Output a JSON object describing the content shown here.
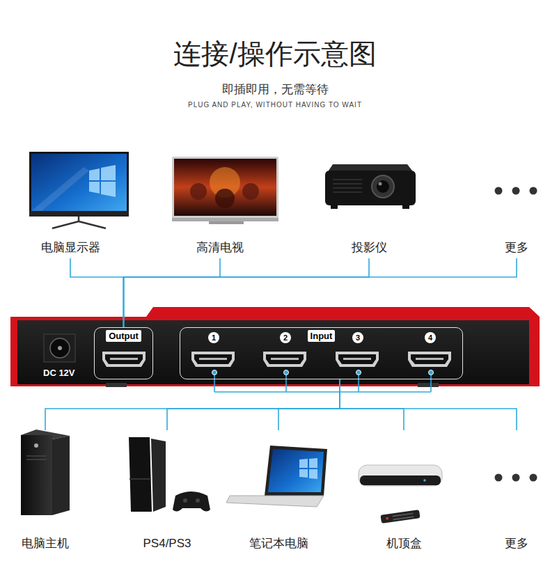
{
  "diagram": {
    "title": "连接/操作示意图",
    "nodes": [
      {
        "text": [
          "电脑显示器"
        ]
      },
      {
        "text": [
          "高清电视"
        ]
      },
      {
        "text": [
          "投影仪"
        ]
      },
      {
        "text": [
          "更多"
        ]
      },
      {
        "text": [
          "DC 12V"
        ]
      },
      {
        "text": [
          "Output"
        ],
        "in": 4
      },
      {
        "text": [
          "Input"
        ],
        "in": 4
      },
      {
        "text": [
          "1"
        ],
        "in": 6
      },
      {
        "text": [
          "2"
        ],
        "in": 6
      },
      {
        "text": [
          "3"
        ],
        "in": 6
      },
      {
        "text": [
          "4"
        ],
        "in": 6
      },
      {
        "text": [
          "电脑主机"
        ]
      },
      {
        "text": [
          "PS4/PS3"
        ]
      },
      {
        "text": [
          "笔记本电脑"
        ]
      },
      {
        "text": [
          "机顶盒"
        ]
      },
      {
        "text": [
          "更多"
        ]
      }
    ],
    "edges": [
      {
        "from": 5,
        "to": 0,
        "arrow": "none"
      },
      {
        "from": 5,
        "to": 1,
        "arrow": "none"
      },
      {
        "from": 5,
        "to": 2,
        "arrow": "none"
      },
      {
        "from": 5,
        "to": 3,
        "arrow": "none"
      },
      {
        "from": 11,
        "to": 6,
        "arrow": "none"
      },
      {
        "from": 12,
        "to": 6,
        "arrow": "none"
      },
      {
        "from": 13,
        "to": 6,
        "arrow": "none"
      },
      {
        "from": 14,
        "to": 6,
        "arrow": "none"
      },
      {
        "from": 15,
        "to": 6,
        "arrow": "none"
      }
    ],
    "labels": [
      "即插即用，无需等待",
      "PLUG AND PLAY, WITHOUT HAVING TO WAIT"
    ]
  }
}
